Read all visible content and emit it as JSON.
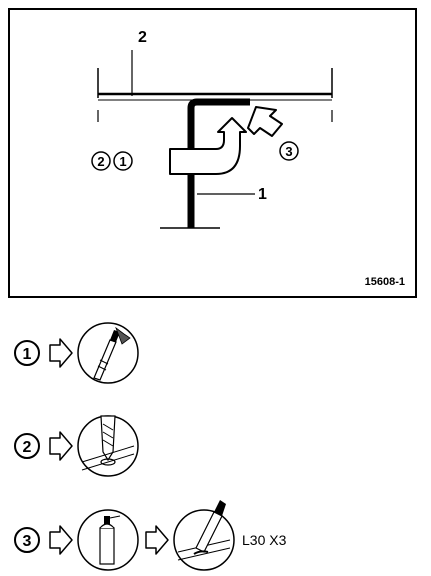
{
  "figure": {
    "reference": "15608-1",
    "callouts": {
      "part_top": "2",
      "part_pipe": "1",
      "step_a": "2",
      "step_b": "1",
      "step_c": "3"
    }
  },
  "steps": [
    {
      "number": "1",
      "icon": "cutting-tool-icon"
    },
    {
      "number": "2",
      "icon": "drill-icon"
    },
    {
      "number": "3",
      "icons": [
        "spray-can-icon",
        "sealant-application-icon"
      ],
      "note": "L30 X3"
    }
  ],
  "colors": {
    "ink": "#000000",
    "background": "#ffffff"
  }
}
